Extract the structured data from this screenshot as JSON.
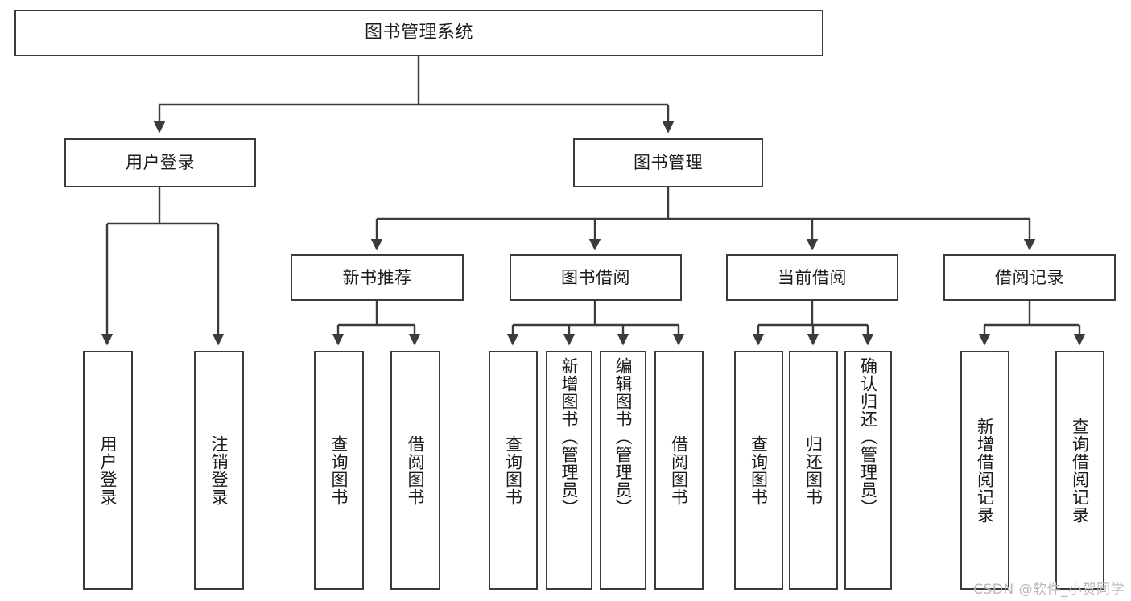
{
  "diagram": {
    "type": "tree-hierarchy",
    "title": "图书管理系统",
    "watermark": "CSDN @软件_小贺同学",
    "colors": {
      "background": "#ffffff",
      "node_border": "#3b3b3b",
      "node_fill": "#ffffff",
      "edge": "#3b3b3b",
      "text": "#1b1b1b",
      "watermark": "#b9b9b9"
    },
    "root": {
      "label": "图书管理系统"
    },
    "level1": [
      {
        "id": "user-login",
        "label": "用户登录"
      },
      {
        "id": "book-management",
        "label": "图书管理"
      }
    ],
    "level2": [
      {
        "id": "new-book-recommend",
        "label": "新书推荐"
      },
      {
        "id": "book-borrow",
        "label": "图书借阅"
      },
      {
        "id": "current-borrow",
        "label": "当前借阅"
      },
      {
        "id": "borrow-record",
        "label": "借阅记录"
      }
    ],
    "leaves": {
      "user_login": [
        {
          "id": "leaf-user-login",
          "label": "用户登录"
        },
        {
          "id": "leaf-logout-login",
          "label": "注销登录"
        }
      ],
      "new_book_recommend": [
        {
          "id": "leaf-query-book-1",
          "label": "查询图书"
        },
        {
          "id": "leaf-borrow-book-1",
          "label": "借阅图书"
        }
      ],
      "book_borrow": [
        {
          "id": "leaf-query-book-2",
          "label": "查询图书"
        },
        {
          "id": "leaf-add-book",
          "label": "新增图书（管理员）"
        },
        {
          "id": "leaf-edit-book",
          "label": "编辑图书（管理员）"
        },
        {
          "id": "leaf-borrow-book-2",
          "label": "借阅图书"
        }
      ],
      "current_borrow": [
        {
          "id": "leaf-query-book-3",
          "label": "查询图书"
        },
        {
          "id": "leaf-return-book",
          "label": "归还图书"
        },
        {
          "id": "leaf-confirm-return",
          "label": "确认归还（管理员）"
        }
      ],
      "borrow_record": [
        {
          "id": "leaf-add-borrow-record",
          "label": "新增借阅记录"
        },
        {
          "id": "leaf-query-borrow-record",
          "label": "查询借阅记录"
        }
      ]
    }
  }
}
